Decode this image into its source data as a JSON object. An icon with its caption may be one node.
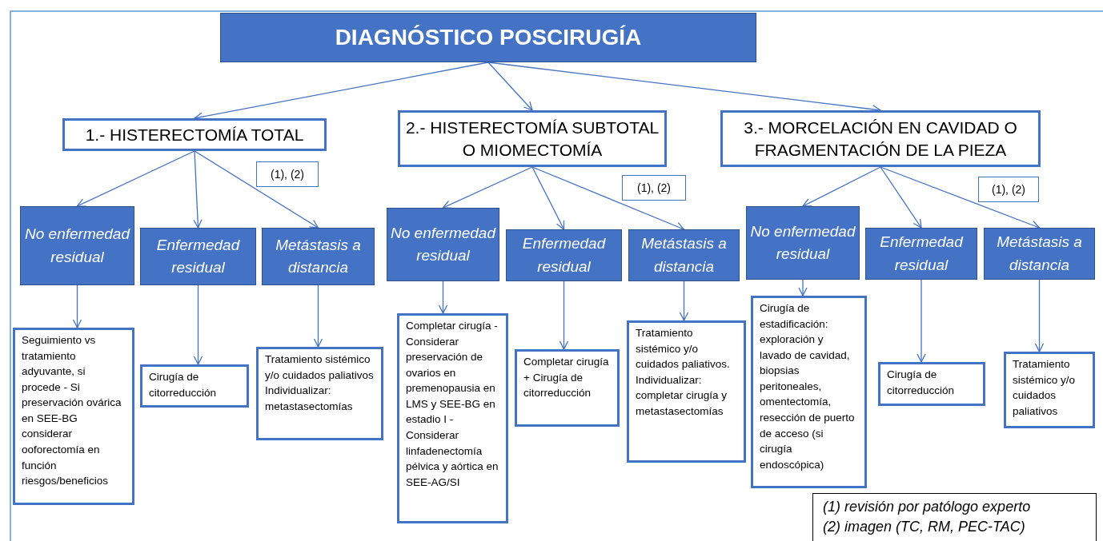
{
  "diagram": {
    "nodes": [
      {
        "text": [
          "DIAGNÓSTICO POSCIRUGÍA"
        ]
      },
      {
        "text": [
          "1.- HISTERECTOMÍA TOTAL"
        ]
      },
      {
        "text": [
          "2.- HISTERECTOMÍA SUBTOTAL O MIOMECTOMÍA"
        ]
      },
      {
        "text": [
          "3.- MORCELACIÓN EN CAVIDAD O FRAGMENTACIÓN DE LA PIEZA"
        ]
      },
      {
        "text": [
          "(1), (2)"
        ]
      },
      {
        "text": [
          "(1), (2)"
        ]
      },
      {
        "text": [
          "(1), (2)"
        ]
      },
      {
        "text": [
          "No enfermedad residual"
        ]
      },
      {
        "text": [
          "Enfermedad residual"
        ]
      },
      {
        "text": [
          "Metástasis a distancia"
        ]
      },
      {
        "text": [
          "No enfermedad residual"
        ]
      },
      {
        "text": [
          "Enfermedad residual"
        ]
      },
      {
        "text": [
          "Metástasis a distancia"
        ]
      },
      {
        "text": [
          "No enfermedad residual"
        ]
      },
      {
        "text": [
          "Enfermedad residual"
        ]
      },
      {
        "text": [
          "Metástasis a distancia"
        ]
      },
      {
        "text": [
          "Seguimiento vs tratamiento adyuvante, si procede - Si preservación ovárica en SEE-BG considerar ooforectomía en función riesgos/beneficios"
        ]
      },
      {
        "text": [
          "Cirugía de citorreducción"
        ]
      },
      {
        "text": [
          "Tratamiento sistémico y/o cuidados paliativos Individualizar: metastasectomías"
        ]
      },
      {
        "text": [
          "Completar cirugía - Considerar preservación de ovarios en premenopausia en LMS y SEE-BG en estadio I - Considerar linfadenectomía pélvica y aórtica en SEE-AG/SI"
        ]
      },
      {
        "text": [
          "Completar cirugía + Cirugía de citorreducción"
        ]
      },
      {
        "text": [
          "Tratamiento sistémico y/o cuidados paliativos. Individualizar: completar cirugía y metastasectomías"
        ]
      },
      {
        "text": [
          "Cirugía de estadificación: exploración y lavado de cavidad, biopsias peritoneales, omentectomía, resección de puerto de acceso (si cirugía endoscópica)"
        ]
      },
      {
        "text": [
          "Cirugía de citorreducción"
        ]
      },
      {
        "text": [
          "Tratamiento sistémico y/o cuidados paliativos"
        ]
      },
      {
        "text": [
          "(1) revisión por patólogo experto",
          "(2) imagen (TC, RM, PEC-TAC)"
        ]
      }
    ],
    "edges": [
      {
        "from": 0,
        "to": 1,
        "arrow": "to"
      },
      {
        "from": 0,
        "to": 2,
        "arrow": "to"
      },
      {
        "from": 0,
        "to": 3,
        "arrow": "to"
      },
      {
        "from": 1,
        "to": 7,
        "arrow": "to"
      },
      {
        "from": 1,
        "to": 8,
        "arrow": "to"
      },
      {
        "from": 1,
        "to": 9,
        "arrow": "to"
      },
      {
        "from": 2,
        "to": 10,
        "arrow": "to"
      },
      {
        "from": 2,
        "to": 11,
        "arrow": "to"
      },
      {
        "from": 2,
        "to": 12,
        "arrow": "to"
      },
      {
        "from": 3,
        "to": 13,
        "arrow": "to"
      },
      {
        "from": 3,
        "to": 14,
        "arrow": "to"
      },
      {
        "from": 3,
        "to": 15,
        "arrow": "to"
      },
      {
        "from": 7,
        "to": 16,
        "arrow": "to"
      },
      {
        "from": 8,
        "to": 17,
        "arrow": "to"
      },
      {
        "from": 9,
        "to": 18,
        "arrow": "to"
      },
      {
        "from": 10,
        "to": 19,
        "arrow": "to"
      },
      {
        "from": 11,
        "to": 20,
        "arrow": "to"
      },
      {
        "from": 12,
        "to": 21,
        "arrow": "to"
      },
      {
        "from": 13,
        "to": 22,
        "arrow": "to"
      },
      {
        "from": 14,
        "to": 23,
        "arrow": "to"
      },
      {
        "from": 15,
        "to": 24,
        "arrow": "to"
      }
    ]
  }
}
